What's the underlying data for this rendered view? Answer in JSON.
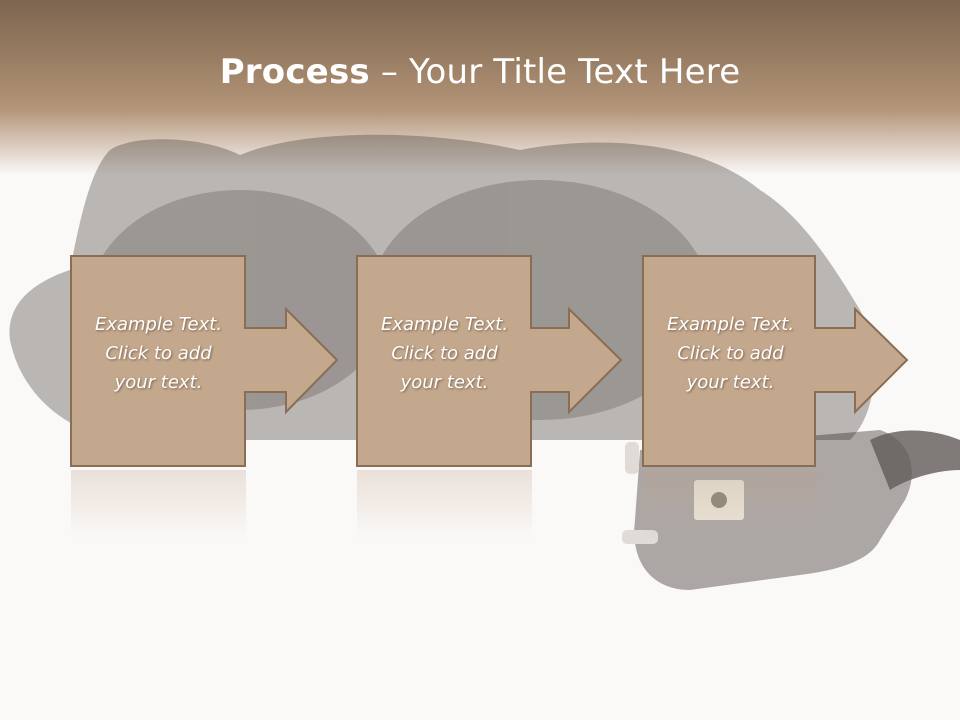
{
  "slide": {
    "title_bold": "Process",
    "title_rest": " – Your Title Text Here"
  },
  "steps": [
    {
      "text": "Example Text.\nClick  to add\nyour text."
    },
    {
      "text": "Example Text.\nClick  to add\nyour text."
    },
    {
      "text": "Example Text.\nClick  to add\nyour text."
    }
  ],
  "colors": {
    "box_fill": "#c4a88d",
    "box_border": "#8a6d55",
    "header": "#9b7f64"
  }
}
